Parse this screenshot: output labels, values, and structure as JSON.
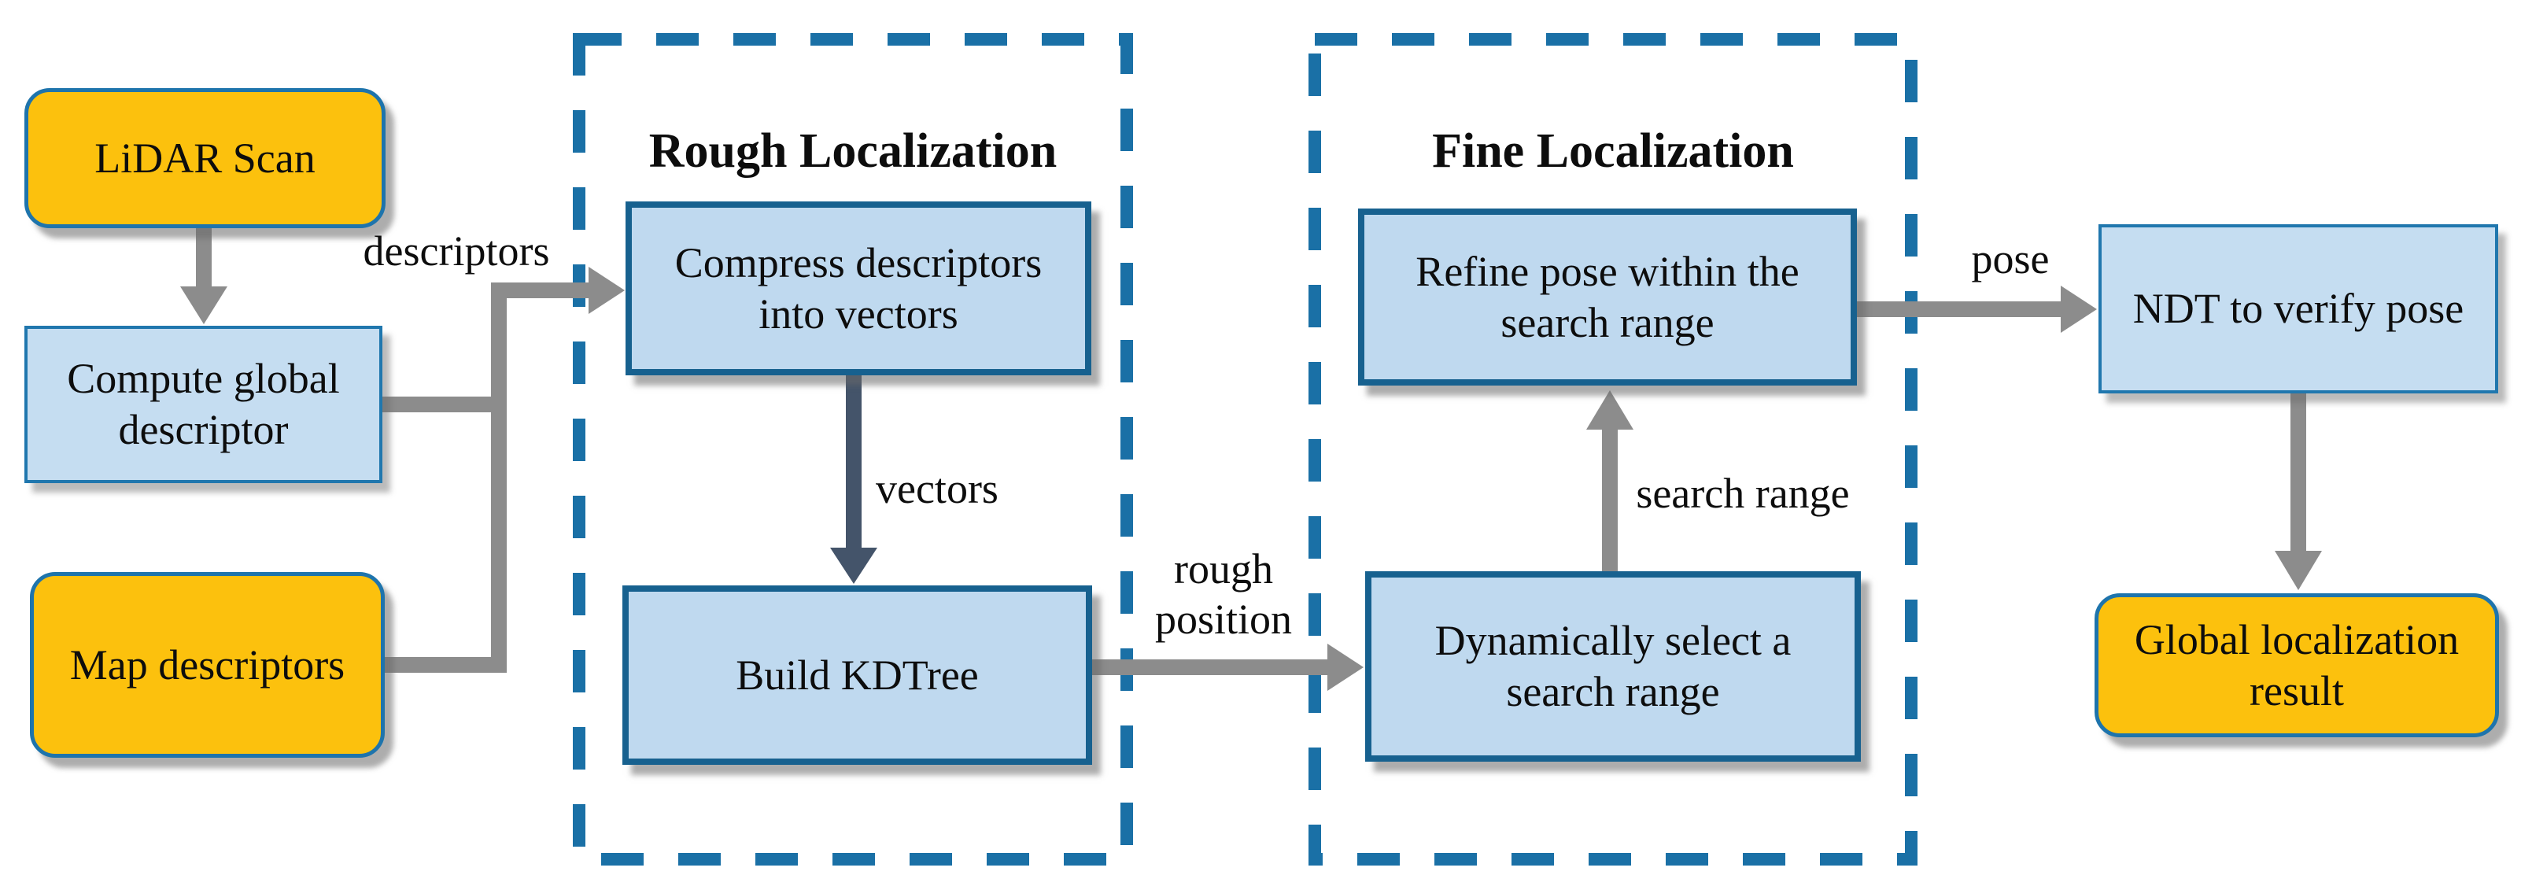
{
  "titles": {
    "rough": "Rough Localization",
    "fine": "Fine Localization"
  },
  "nodes": {
    "lidar": {
      "label": "LiDAR Scan"
    },
    "compute": {
      "label": "Compute global descriptor"
    },
    "map": {
      "label": "Map descriptors"
    },
    "compress": {
      "label": "Compress descriptors into vectors"
    },
    "build": {
      "label": "Build KDTree"
    },
    "refine": {
      "label": "Refine pose within the search range"
    },
    "dynamic": {
      "label": "Dynamically select a search range"
    },
    "ndt": {
      "label": "NDT to verify pose"
    },
    "result": {
      "label": "Global localization result"
    }
  },
  "edge_labels": {
    "descriptors": "descriptors",
    "vectors": "vectors",
    "rough_position": "rough position",
    "search_range": "search range",
    "pose": "pose"
  },
  "colors": {
    "node_orange_fill": "#FCC10D",
    "node_blue_fill": "#BFD9EF",
    "node_border_blue": "#1E74AC",
    "node_border_dark_blue": "#17618F",
    "dashed_frame_blue": "#1A70A6",
    "arrow_gray": "#8C8C8C",
    "arrow_slate": "#44546A",
    "text_black": "#0d0d0d"
  }
}
